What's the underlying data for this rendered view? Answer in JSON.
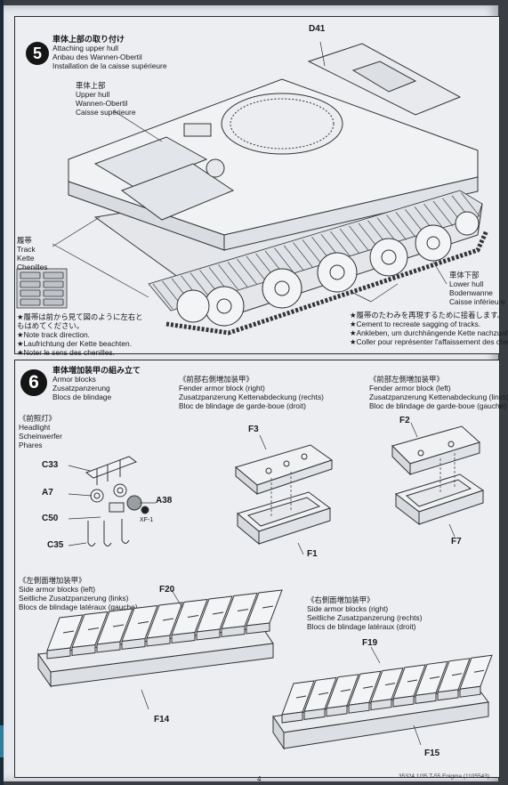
{
  "step5": {
    "number": "5",
    "title_jp": "車体上部の取り付け",
    "title_en": "Attaching upper hull",
    "title_de": "Anbau des Wannen-Obertil",
    "title_fr": "Installation de la caisse supérieure",
    "part_d41": "D41",
    "upper_hull": {
      "jp": "車体上部",
      "en": "Upper hull",
      "de": "Wannen-Obertil",
      "fr": "Caisse supérieure"
    },
    "track": {
      "jp": "履帯",
      "en": "Track",
      "de": "Kette",
      "fr": "Chenilles"
    },
    "lower_hull": {
      "jp": "車体下部",
      "en": "Lower hull",
      "de": "Bodenwanne",
      "fr": "Caisse inférieure"
    },
    "track_note": {
      "jp1": "★履帯は前から見て図のように左右と",
      "jp2": "もはめてください。",
      "en": "★Note track direction.",
      "de": "★Laufrichtung der Kette beachten.",
      "fr": "★Noter le sens des chenilles."
    },
    "cement_note": {
      "jp": "★履帯のたわみを再現するために接着します。",
      "en": "★Cement to recreate sagging of tracks.",
      "de": "★Ankleben, um durchhängende Kette nachzuahmen.",
      "fr": "★Coller pour représenter l'affaissement des chenilles."
    }
  },
  "step6": {
    "number": "6",
    "title_jp": "車体増加装甲の組み立て",
    "title_en": "Armor blocks",
    "title_de": "Zusatzpanzerung",
    "title_fr": "Blocs de blindage",
    "headlight": {
      "jp": "《前照灯》",
      "en": "Headlight",
      "de": "Scheinwerfer",
      "fr": "Phares"
    },
    "fender_right": {
      "jp": "《前部右側増加装甲》",
      "en": "Fender armor block (right)",
      "de": "Zusatzpanzerung Kettenabdeckung (rechts)",
      "fr": "Bloc de blindage de garde-boue (droit)"
    },
    "fender_left": {
      "jp": "《前部左側増加装甲》",
      "en": "Fender armor block (left)",
      "de": "Zusatzpanzerung Kettenabdeckung (links)",
      "fr": "Bloc de blindage de garde-boue (gauche)"
    },
    "side_left": {
      "jp": "《左側面増加装甲》",
      "en": "Side armor blocks (left)",
      "de": "Seitliche Zusatzpanzerung (links)",
      "fr": "Blocs de blindage latéraux (gauche)"
    },
    "side_right": {
      "jp": "《右側面増加装甲》",
      "en": "Side armor blocks (right)",
      "de": "Seitliche Zusatzpanzerung (rechts)",
      "fr": "Blocs de blindage latéraux (droit)"
    },
    "parts": {
      "c33": "C33",
      "a7": "A7",
      "a38": "A38",
      "xf1": "XF-1",
      "c50": "C50",
      "c35": "C35",
      "f3": "F3",
      "f1": "F1",
      "f2": "F2",
      "f7": "F7",
      "f20": "F20",
      "f14": "F14",
      "f19": "F19",
      "f15": "F15"
    }
  },
  "footer": {
    "code": "35324 1/35 T-55 Enigma (1105543)",
    "page": "4"
  }
}
